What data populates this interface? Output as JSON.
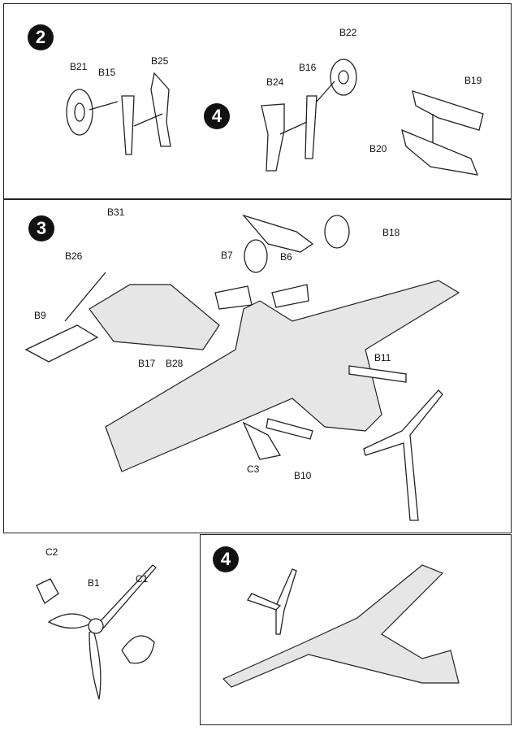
{
  "steps": {
    "step2": "2",
    "step4a": "4",
    "step3": "3",
    "step4b": "4"
  },
  "parts": {
    "B21": "B21",
    "B15": "B15",
    "B25": "B25",
    "B22": "B22",
    "B16": "B16",
    "B24": "B24",
    "B19": "B19",
    "B20": "B20",
    "B31": "B31",
    "B26": "B26",
    "B9": "B9",
    "B7": "B7",
    "B6": "B6",
    "B18": "B18",
    "B11": "B11",
    "B17": "B17",
    "B28": "B28",
    "C3": "C3",
    "B10": "B10",
    "C2": "C2",
    "B1": "B1",
    "C1": "C1"
  }
}
